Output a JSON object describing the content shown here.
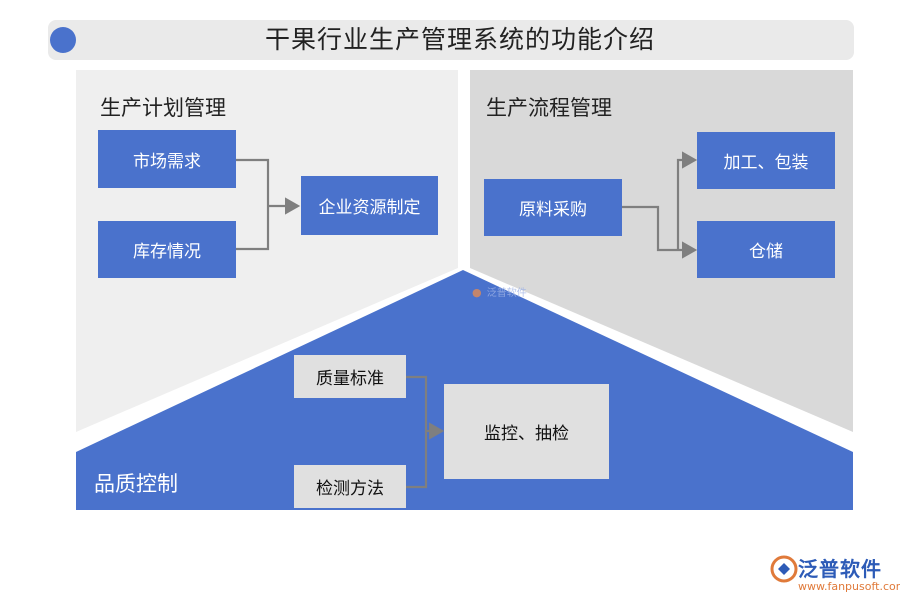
{
  "title": "干果行业生产管理系统的功能介绍",
  "colors": {
    "accent_blue": "#4a72cc",
    "panel_light": "#efefef",
    "panel_gray": "#d9d9d9",
    "box_gray": "#e0e0e0",
    "connector": "#7f7f7f",
    "brand_orange": "#e07a3a"
  },
  "sections": {
    "plan": {
      "title": "生产计划管理",
      "inputs": [
        "市场需求",
        "库存情况"
      ],
      "output": "企业资源制定"
    },
    "process": {
      "title": "生产流程管理",
      "input": "原料采购",
      "outputs": [
        "加工、包装",
        "仓储"
      ]
    },
    "quality": {
      "title": "品质控制",
      "inputs": [
        "质量标准",
        "检测方法"
      ],
      "output": "监控、抽检"
    }
  },
  "watermark": "泛普软件",
  "brand": {
    "icon": "fanpu-logo-icon",
    "name": "泛普软件",
    "url": "www.fanpusoft.com"
  }
}
